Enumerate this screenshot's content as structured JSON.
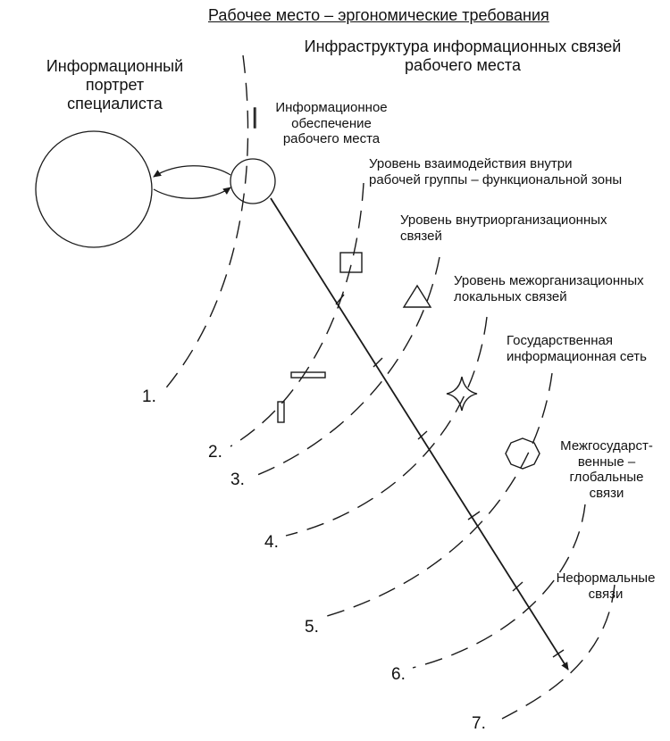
{
  "title": "Рабочее место  – эргономические требования",
  "subtitle": [
    "Инфраструктура информационных связей",
    "рабочего места"
  ],
  "portrait_label": [
    "Информационный",
    "портрет",
    "специалиста"
  ],
  "levels": [
    {
      "number": "1.",
      "label": [
        "Информационное",
        "обеспечение",
        "рабочего места"
      ]
    },
    {
      "number": "2.",
      "label": [
        "Уровень взаимодействия внутри",
        "рабочей группы – функциональной зоны"
      ]
    },
    {
      "number": "3.",
      "label": [
        "Уровень внутриорганизационных",
        "связей"
      ]
    },
    {
      "number": "4.",
      "label": [
        "Уровень межорганизационных",
        "локальных связей"
      ]
    },
    {
      "number": "5.",
      "label": [
        "Государственная",
        "информационная сеть"
      ]
    },
    {
      "number": "6.",
      "label": [
        "Межгосударст-",
        "венные –",
        "глобальные",
        "связи"
      ]
    },
    {
      "number": "7.",
      "label": [
        "Неформальные",
        "связи"
      ]
    }
  ],
  "icons": {
    "level_2": "vertical-bar-icon",
    "level_3": "square-icon",
    "level_4": "triangle-icon",
    "level_5": "four-point-star-icon",
    "level_6": "hexagon-icon",
    "level_3_extra": [
      "horizontal-bar-icon",
      "vertical-rectangle-icon"
    ]
  },
  "colors": {
    "line": "#1a1a1a",
    "text": "#111111",
    "background": "#ffffff"
  }
}
